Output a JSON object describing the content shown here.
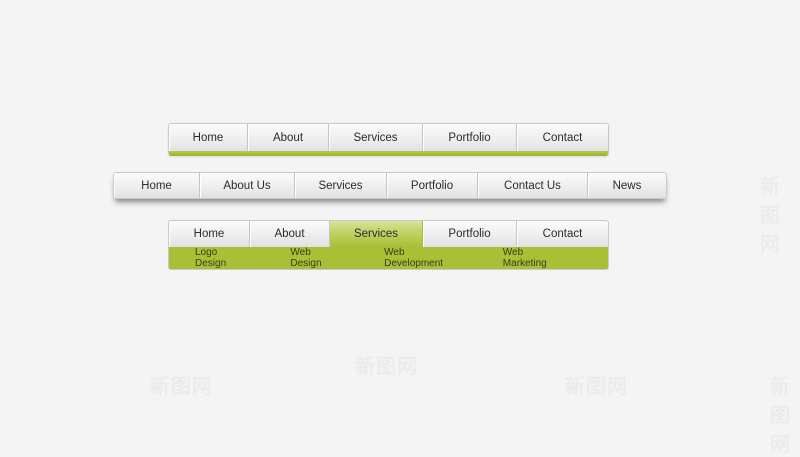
{
  "watermark_text": "新图网",
  "nav1": {
    "items": [
      "Home",
      "About",
      "Services",
      "Portfolio",
      "Contact"
    ],
    "accent_color": "#a9bf36"
  },
  "nav2": {
    "items": [
      "Home",
      "About Us",
      "Services",
      "Portfolio",
      "Contact Us",
      "News"
    ]
  },
  "nav3": {
    "items": [
      "Home",
      "About",
      "Services",
      "Portfolio",
      "Contact"
    ],
    "active_item": "Services",
    "submenu": [
      "Logo Design",
      "Web Design",
      "Web Development",
      "Web Marketing"
    ],
    "accent_color": "#a9bf36"
  }
}
